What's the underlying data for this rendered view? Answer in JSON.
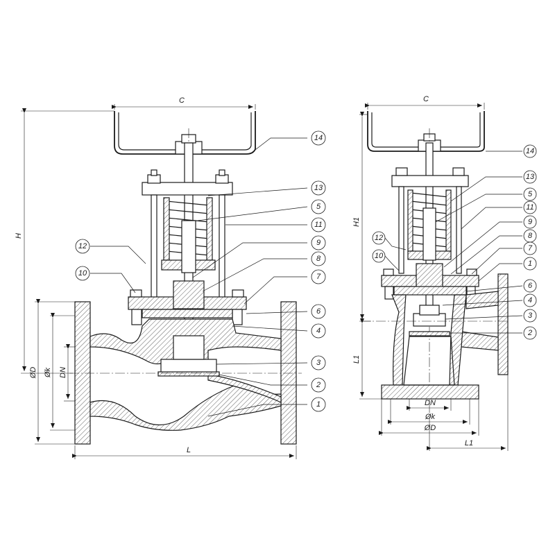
{
  "labels": {
    "C": "C",
    "H": "H",
    "H1": "H1",
    "L": "L",
    "L1": "L1",
    "OD": "ØD",
    "Ok": "Øk",
    "DN": "DN"
  },
  "callouts": [
    "1",
    "2",
    "3",
    "4",
    "5",
    "6",
    "7",
    "8",
    "9",
    "10",
    "11",
    "12",
    "13",
    "14"
  ],
  "colors": {
    "ink": "#1a1a1a",
    "background": "#ffffff"
  }
}
